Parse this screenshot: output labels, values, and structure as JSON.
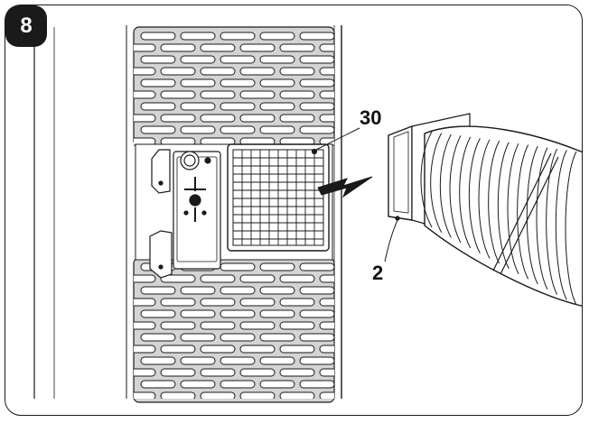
{
  "figure": {
    "step_number": "8",
    "callouts": {
      "filter_label": "30",
      "hose_label": "2"
    }
  },
  "colors": {
    "line": "#1a1a1a",
    "shade": "#cfcfcf",
    "badge_bg": "#1a1a1a",
    "badge_text": "#ffffff"
  },
  "icons": {
    "arrow": "insert-direction-arrow"
  }
}
